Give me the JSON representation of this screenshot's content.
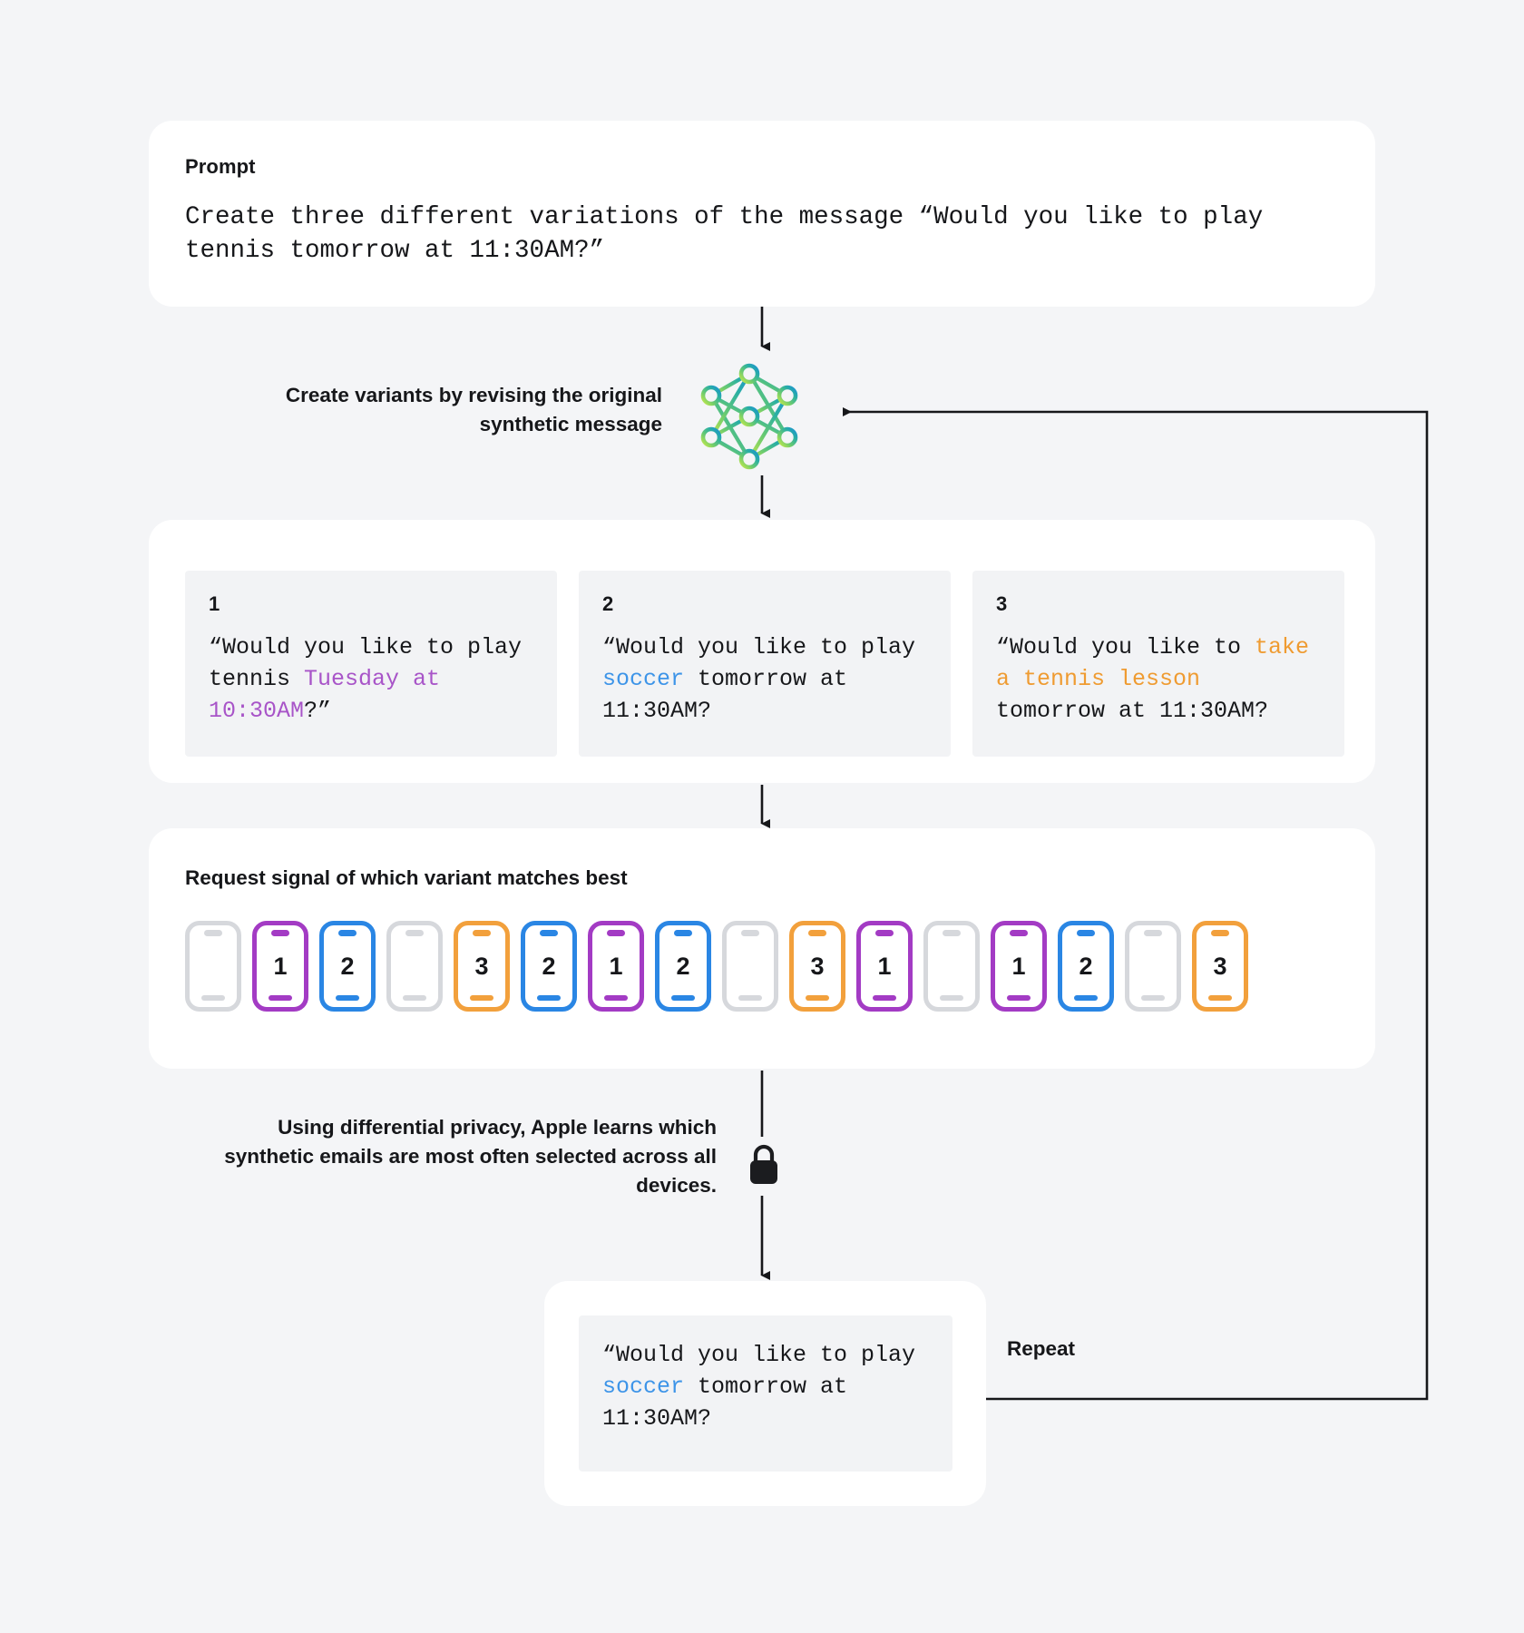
{
  "colors": {
    "page_bg": "#f4f5f7",
    "card_bg": "#ffffff",
    "inner_bg": "#f2f3f5",
    "text": "#16171a",
    "purple": "#a33bc4",
    "blue": "#2a86e4",
    "orange": "#f2a03c",
    "neutral": "#d6d8dc",
    "highlight_purple": "#a854c8",
    "highlight_blue": "#3d94e8",
    "highlight_orange": "#ef9b31",
    "arrow": "#16171a",
    "nn_gradient_start": "#b7e34f",
    "nn_gradient_end": "#1a9fd4"
  },
  "prompt": {
    "label": "Prompt",
    "text": "Create three different variations of the message “Would you like to play tennis tomorrow at 11:30AM?”"
  },
  "model_step": {
    "label": "Create variants by revising the original synthetic message",
    "icon": "neural-network-icon"
  },
  "variants": [
    {
      "number": "1",
      "prefix": "“Would you like to play tennis ",
      "highlight": "Tuesday at 10:30AM",
      "suffix": "?”",
      "highlight_color": "purple",
      "full_text": "“Would you like to play tennis Tuesday at 10:30AM?”"
    },
    {
      "number": "2",
      "prefix": "“Would you like to play ",
      "highlight": "soccer",
      "suffix": " tomorrow at 11:30AM?",
      "highlight_color": "blue",
      "full_text": "“Would you like to play soccer tomorrow at 11:30AM?"
    },
    {
      "number": "3",
      "prefix": "“Would you like to ",
      "highlight": "take a tennis lesson",
      "suffix": " tomorrow at 11:30AM?",
      "highlight_color": "orange",
      "full_text": "“Would you like to take a tennis lesson tomorrow at 11:30AM?"
    }
  ],
  "signal": {
    "title": "Request signal of which variant matches best",
    "phones": [
      {
        "value": "",
        "color": "neutral"
      },
      {
        "value": "1",
        "color": "purple"
      },
      {
        "value": "2",
        "color": "blue"
      },
      {
        "value": "",
        "color": "neutral"
      },
      {
        "value": "3",
        "color": "orange"
      },
      {
        "value": "2",
        "color": "blue"
      },
      {
        "value": "1",
        "color": "purple"
      },
      {
        "value": "2",
        "color": "blue"
      },
      {
        "value": "",
        "color": "neutral"
      },
      {
        "value": "3",
        "color": "orange"
      },
      {
        "value": "1",
        "color": "purple"
      },
      {
        "value": "",
        "color": "neutral"
      },
      {
        "value": "1",
        "color": "purple"
      },
      {
        "value": "2",
        "color": "blue"
      },
      {
        "value": "",
        "color": "neutral"
      },
      {
        "value": "3",
        "color": "orange"
      }
    ]
  },
  "privacy_step": {
    "label": "Using differential privacy, Apple learns which synthetic emails are most often selected across all devices.",
    "icon": "lock-icon"
  },
  "result": {
    "prefix": "“Would you like to play ",
    "highlight": "soccer",
    "suffix": " tomorrow at 11:30AM?",
    "highlight_color": "blue",
    "full_text": "“Would you like to play soccer tomorrow at 11:30AM?"
  },
  "repeat": {
    "label": "Repeat"
  }
}
